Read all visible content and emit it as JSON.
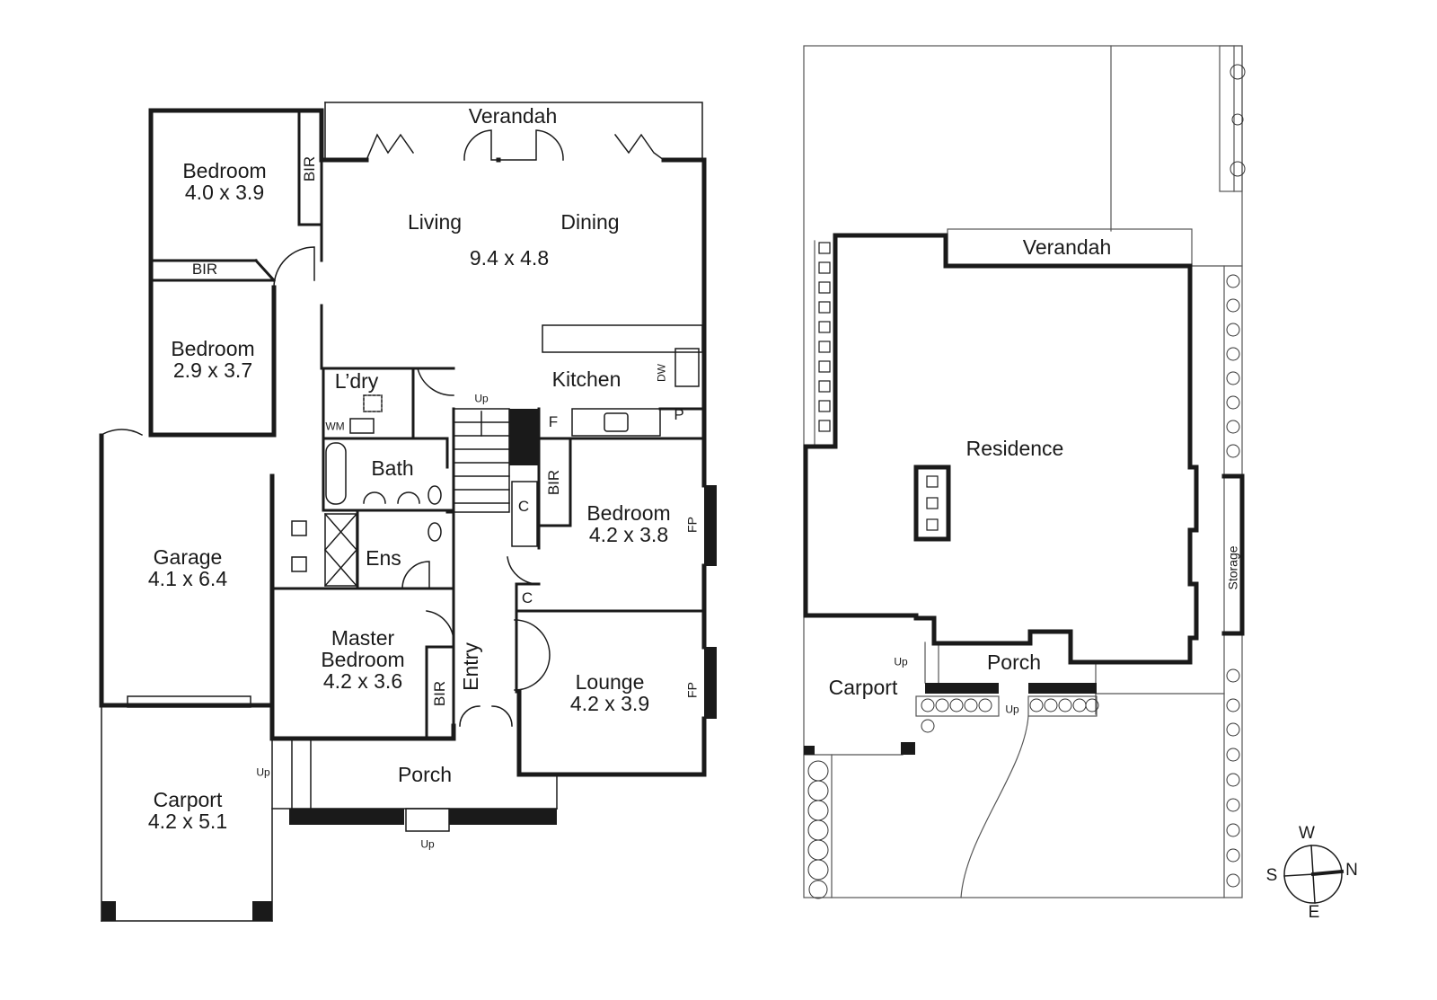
{
  "floor_plan": {
    "verandah": "Verandah",
    "living": "Living",
    "dining": "Dining",
    "living_dining_size": "9.4 x 4.8",
    "kitchen": "Kitchen",
    "dw": "DW",
    "fridge": "F",
    "pantry": "P",
    "laundry": "L’dry",
    "wm": "WM",
    "bath": "Bath",
    "ensuite": "Ens",
    "stairs_up": "Up",
    "bedroom1": {
      "name": "Bedroom",
      "size": "4.0 x 3.9"
    },
    "bedroom1_bir": "BIR",
    "bedroom2": {
      "name": "Bedroom",
      "size": "2.9 x 3.7"
    },
    "bedroom2_bir": "BIR",
    "bedroom3": {
      "name": "Bedroom",
      "size": "4.2 x 3.8"
    },
    "bedroom3_bir": "BIR",
    "bedroom3_fp": "FP",
    "cupboard1": "C",
    "cupboard2": "C",
    "garage": {
      "name": "Garage",
      "size": "4.1 x 6.4"
    },
    "master": {
      "name1": "Master",
      "name2": "Bedroom",
      "size": "4.2 x 3.6"
    },
    "master_bir": "BIR",
    "entry": "Entry",
    "lounge": {
      "name": "Lounge",
      "size": "4.2 x 3.9"
    },
    "lounge_fp": "FP",
    "porch": "Porch",
    "porch_up_side": "Up",
    "porch_up_front": "Up",
    "carport": {
      "name": "Carport",
      "size": "4.2 x 5.1"
    }
  },
  "site_plan": {
    "verandah": "Verandah",
    "residence": "Residence",
    "storage": "Storage",
    "porch": "Porch",
    "carport": "Carport",
    "up_side": "Up",
    "up_front": "Up"
  },
  "compass": {
    "north": "N",
    "south": "S",
    "east": "E",
    "west": "W"
  }
}
